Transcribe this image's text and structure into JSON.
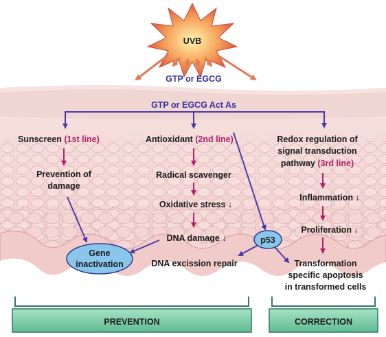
{
  "uvb": "UVB",
  "agent": "GTP or EGCG",
  "acts_as": "GTP or EGCG Act As",
  "col1": {
    "title": "Sunscreen ",
    "line": "(1st line)",
    "step1_a": "Prevention of",
    "step1_b": "damage"
  },
  "col2": {
    "title": "Antioxidant ",
    "line": "(2nd line)",
    "step1": "Radical scavenger",
    "step2": "Oxidative stress ↓",
    "step3": "DNA damage ↓",
    "repair": "DNA excission repair"
  },
  "col3": {
    "title_a": "Redox regulation of",
    "title_b": "signal transduction",
    "title_c": "pathway ",
    "line": "(3rd line)",
    "step1": "Inflammation ↓",
    "step2": "Proliferation ↓",
    "out_a": "Transformation",
    "out_b": "specific apoptosis",
    "out_c": "in transformed cells"
  },
  "gene_a": "Gene",
  "gene_b": "inactivation",
  "p53": "p53",
  "prevention": "PREVENTION",
  "correction": "CORRECTION",
  "colors": {
    "arrow_blue": "#4a3aa8",
    "arrow_magenta": "#b0236a",
    "skin": "#f3d9d7",
    "panel": "#7ccfaa"
  }
}
